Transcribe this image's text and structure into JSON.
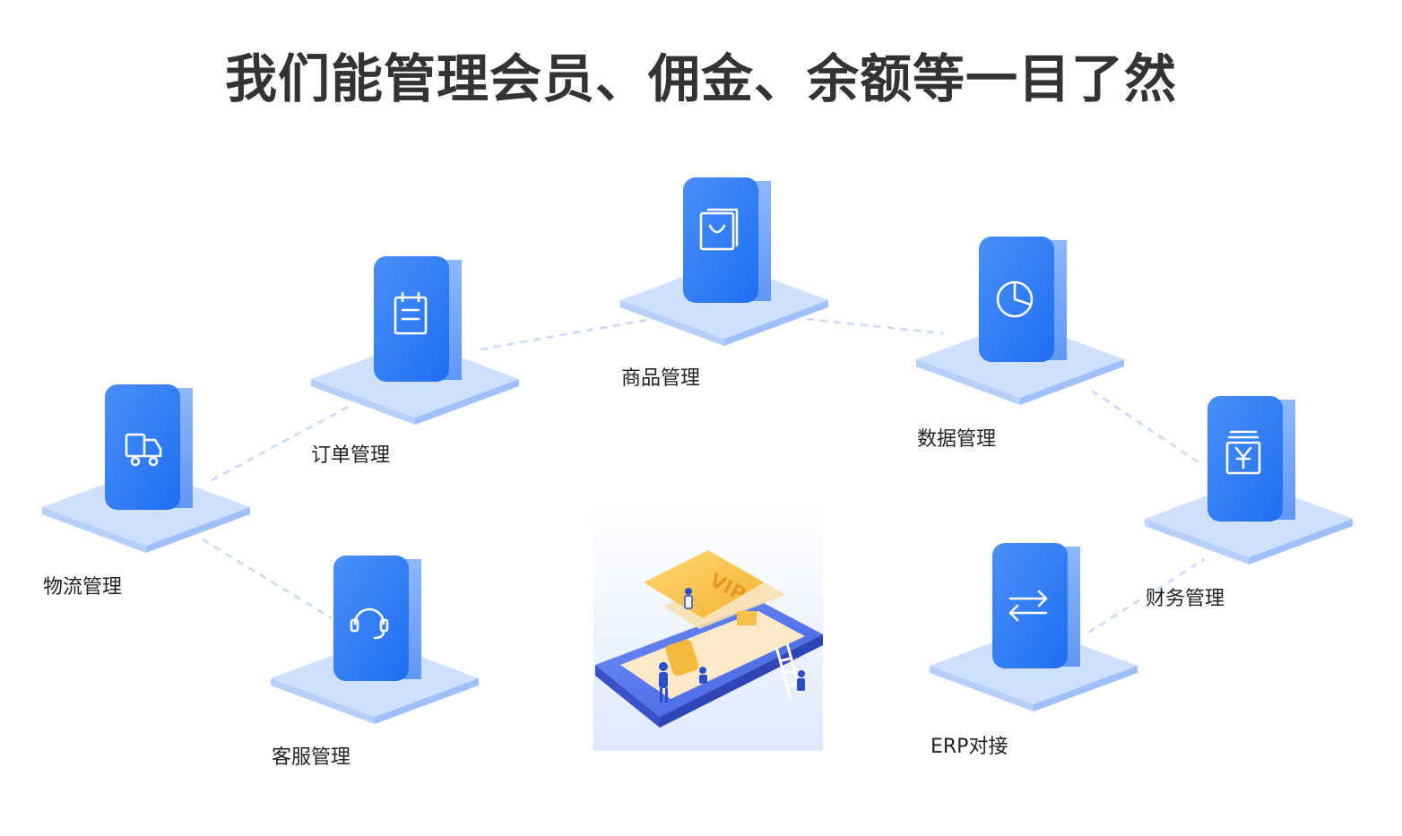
{
  "title": "我们能管理会员、佣金、余额等一目了然",
  "colors": {
    "accent": "#2f7cf6",
    "tile_top": "#cfe0ff",
    "tile_side": "#a9c6fb",
    "connector": "#c7daf8",
    "vip_card": "#f8c24a"
  },
  "modules": [
    {
      "label": "物流管理",
      "icon": "truck-icon"
    },
    {
      "label": "订单管理",
      "icon": "clipboard-icon"
    },
    {
      "label": "商品管理",
      "icon": "shopping-bag-icon"
    },
    {
      "label": "数据管理",
      "icon": "pie-chart-icon"
    },
    {
      "label": "财务管理",
      "icon": "yen-wallet-icon"
    },
    {
      "label": "客服管理",
      "icon": "headset-icon"
    },
    {
      "label": "ERP对接",
      "icon": "exchange-arrows-icon"
    }
  ],
  "center_card": {
    "text": "VIP"
  }
}
